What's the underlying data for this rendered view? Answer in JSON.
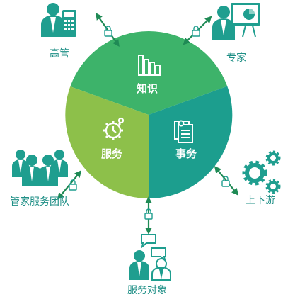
{
  "center": {
    "knowledge": "知识",
    "service": "服务",
    "affairs": "事务"
  },
  "nodes": {
    "executives": "高管",
    "experts": "专家",
    "steward_team": "管家服务团队",
    "upstream_downstream": "上下游",
    "service_target": "服务对象"
  },
  "colors": {
    "knowledge": "#3db36a",
    "service": "#8dc04a",
    "affairs": "#1c9e8e",
    "icon": "#1f9e8f",
    "arrow": "#1f8a55"
  }
}
